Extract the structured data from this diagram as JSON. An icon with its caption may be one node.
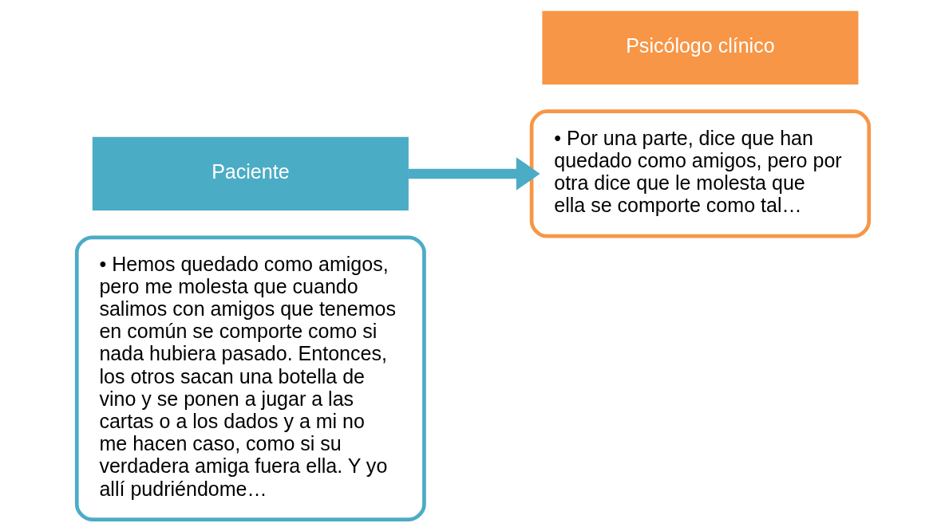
{
  "diagram": {
    "nodes": [
      {
        "text": [
          "• Hemos quedado como amigos, pero me molesta que cuando salimos con amigos que tenemos en común se comporte como si nada hubiera pasado. Entonces, los otros sacan una botella de vino y se ponen a jugar a las cartas o a los dados y a mi no me hacen caso, como si su verdadera amiga fuera ella. Y yo allí pudriéndome…"
        ]
      },
      {
        "text": [
          "Paciente"
        ]
      },
      {
        "text": [
          "Psicólogo clínico"
        ]
      },
      {
        "text": [
          "• Por una parte, dice que han quedado como amigos, pero por otra dice que le molesta que ella se comporte como tal…"
        ]
      }
    ],
    "edges": [
      {
        "from": 1,
        "to": 3,
        "arrow": "to"
      }
    ]
  }
}
